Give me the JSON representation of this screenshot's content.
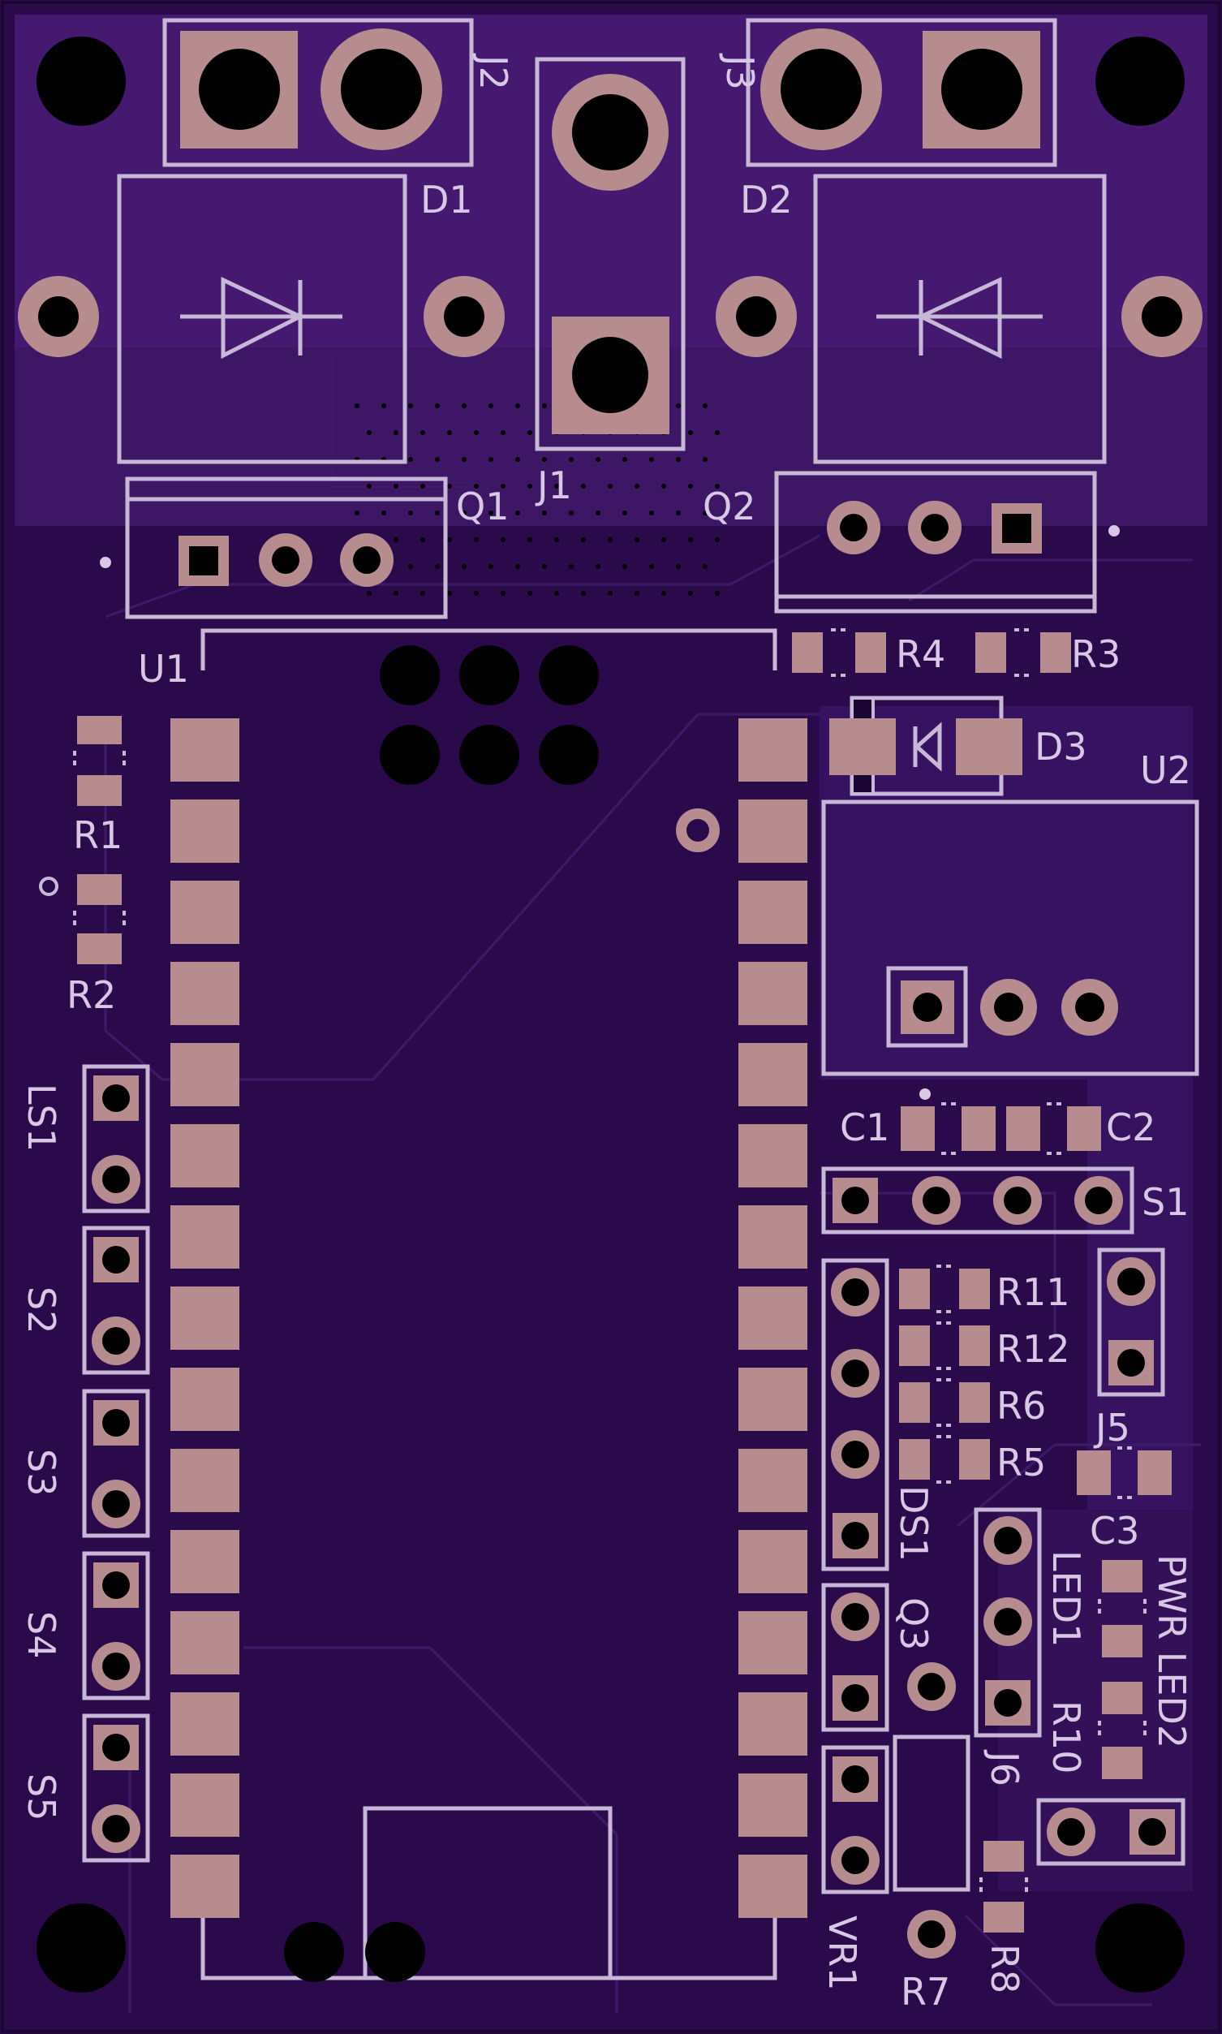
{
  "board": {
    "colors": {
      "substrate": "#2b0a4c",
      "copper_pour": "#3d1766",
      "copper_pour_light": "#44196f",
      "silkscreen": "#c8b8d8",
      "pad": "#b78c8e",
      "hole": "#000000"
    }
  },
  "labels": {
    "J2": "J2",
    "J3": "J3",
    "J1": "J1",
    "D1": "D1",
    "D2": "D2",
    "Q1": "Q1",
    "Q2": "Q2",
    "Q3": "Q3",
    "U1": "U1",
    "U2": "U2",
    "R1": "R1",
    "R2": "R2",
    "R3": "R3",
    "R4": "R4",
    "R5": "R5",
    "R6": "R6",
    "R7": "R7",
    "R8": "R8",
    "R10": "R10",
    "R11": "R11",
    "R12": "R12",
    "D3": "D3",
    "C1": "C1",
    "C2": "C2",
    "C3": "C3",
    "S1": "S1",
    "S2": "S2",
    "S3": "S3",
    "S4": "S4",
    "S5": "S5",
    "LS1": "LS1",
    "J5": "J5",
    "J6": "J6",
    "DS1": "DS1",
    "VR1": "VR1",
    "LED1": "LED1",
    "PWR_LED2": "PWR LED2"
  }
}
